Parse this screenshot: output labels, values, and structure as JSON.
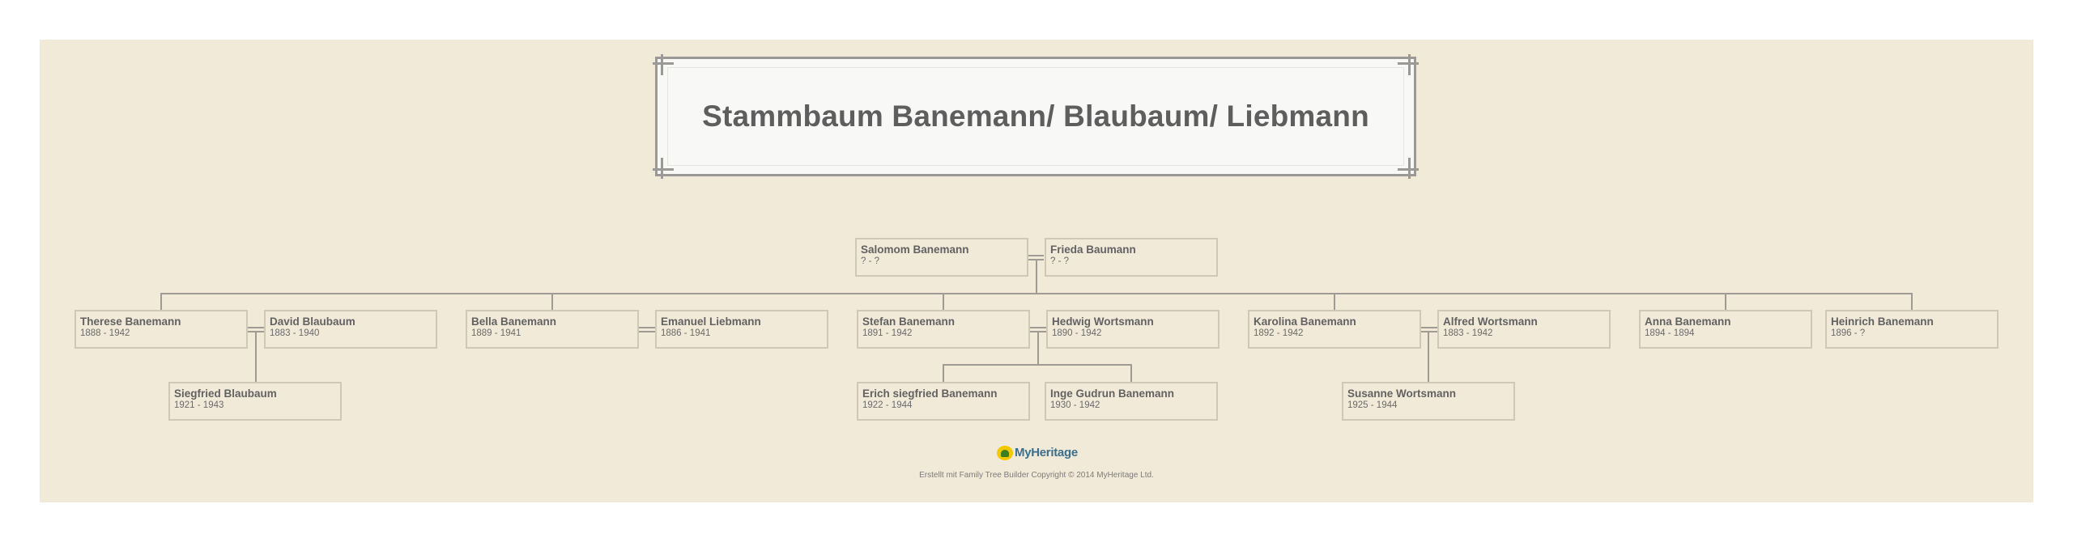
{
  "title": "Stammbaum Banemann/ Blaubaum/ Liebmann",
  "persons": {
    "salomom": {
      "name": "Salomom Banemann",
      "dates": "? - ?"
    },
    "frieda": {
      "name": "Frieda Baumann",
      "dates": "? - ?"
    },
    "therese": {
      "name": "Therese Banemann",
      "dates": "1888 - 1942"
    },
    "david": {
      "name": "David Blaubaum",
      "dates": "1883 - 1940"
    },
    "bella": {
      "name": "Bella Banemann",
      "dates": "1889 - 1941"
    },
    "emanuel": {
      "name": "Emanuel Liebmann",
      "dates": "1886 - 1941"
    },
    "stefan": {
      "name": "Stefan Banemann",
      "dates": "1891 - 1942"
    },
    "hedwig": {
      "name": "Hedwig Wortsmann",
      "dates": "1890 - 1942"
    },
    "karolina": {
      "name": "Karolina Banemann",
      "dates": "1892 - 1942"
    },
    "alfred": {
      "name": "Alfred Wortsmann",
      "dates": "1883 - 1942"
    },
    "anna": {
      "name": "Anna Banemann",
      "dates": "1894 - 1894"
    },
    "heinrich": {
      "name": "Heinrich Banemann",
      "dates": "1896 - ?"
    },
    "siegfried": {
      "name": "Siegfried Blaubaum",
      "dates": "1921 - 1943"
    },
    "erich": {
      "name": "Erich siegfried Banemann",
      "dates": "1922 - 1944"
    },
    "inge": {
      "name": "Inge Gudrun Banemann",
      "dates": "1930 - 1942"
    },
    "susanne": {
      "name": "Susanne Wortsmann",
      "dates": "1925 - 1944"
    }
  },
  "footer": {
    "logo_text": "MyHeritage",
    "copyright": "Erstellt mit Family Tree Builder Copyright © 2014 MyHeritage Ltd."
  }
}
